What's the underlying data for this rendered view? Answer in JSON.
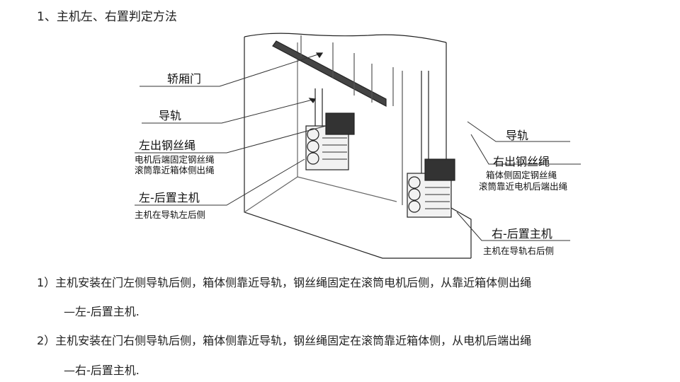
{
  "heading": "1、主机左、右置判定方法",
  "diagram": {
    "left_labels": {
      "car_door": "轿厢门",
      "guide_rail": "导轨",
      "left_rope": "左出钢丝绳",
      "left_rope_desc_1": "电机后端固定钢丝绳",
      "left_rope_desc_2": "滚筒靠近箱体侧出绳",
      "left_rear": "左-后置主机",
      "left_rear_desc": "主机在导轨左后侧"
    },
    "right_labels": {
      "guide_rail": "导轨",
      "right_rope": "右出钢丝绳",
      "right_rope_desc_1": "箱体侧固定钢丝绳",
      "right_rope_desc_2": "滚筒靠近电机后端出绳",
      "right_rear": "右-后置主机",
      "right_rear_desc": "主机在导轨右后侧"
    }
  },
  "items": [
    {
      "line1": "1）主机安装在门左侧导轨后侧，箱体侧靠近导轨，钢丝绳固定在滚筒电机后侧，从靠近箱体侧出绳",
      "line2": "—左-后置主机."
    },
    {
      "line1": "2）主机安装在门右侧导轨后侧，箱体侧靠近导轨，钢丝绳固定在滚筒靠近箱体侧，从电机后端出绳",
      "line2": "—右-后置主机."
    }
  ]
}
